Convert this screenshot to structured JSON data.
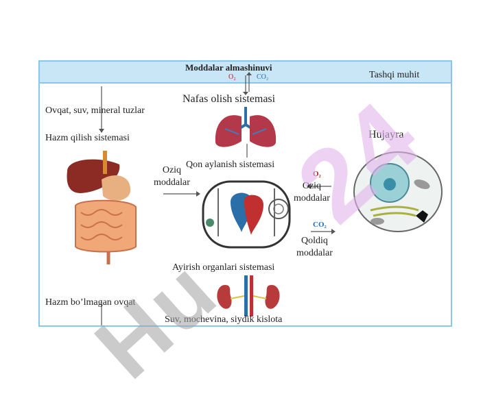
{
  "diagram": {
    "title": "Moddalar almashinuvi",
    "outer_env": "Tashqi muhit",
    "o2_top": "O₂",
    "co2_top": "CO₂",
    "respiratory": "Nafas olish sistemasi",
    "food_intake": "Ovqat, suv, mineral tuzlar",
    "digestive": "Hazm qilish sistemasi",
    "cell": "Hujayra",
    "circulatory": "Qon aylanish sistemasi",
    "nutrients_in_1": "Oziq",
    "nutrients_in_2": "moddalar",
    "o2_cell": "O₂",
    "nutrients_out_1": "Oziq",
    "nutrients_out_2": "moddalar",
    "co2_cell": "CO₂",
    "waste_1": "Qoldiq",
    "waste_2": "moddalar",
    "excretory": "Ayirish organlari sistemasi",
    "undigested": "Hazm bo’lmagan ovqat",
    "excreted": "Suv, mochevina, siydik kislota"
  },
  "watermark": {
    "part1": "Hu",
    "part2": "24"
  },
  "colors": {
    "frame": "#8ac6e8",
    "header": "#c9e6f6",
    "o2": "#b02020",
    "co2": "#1a6fb5"
  }
}
